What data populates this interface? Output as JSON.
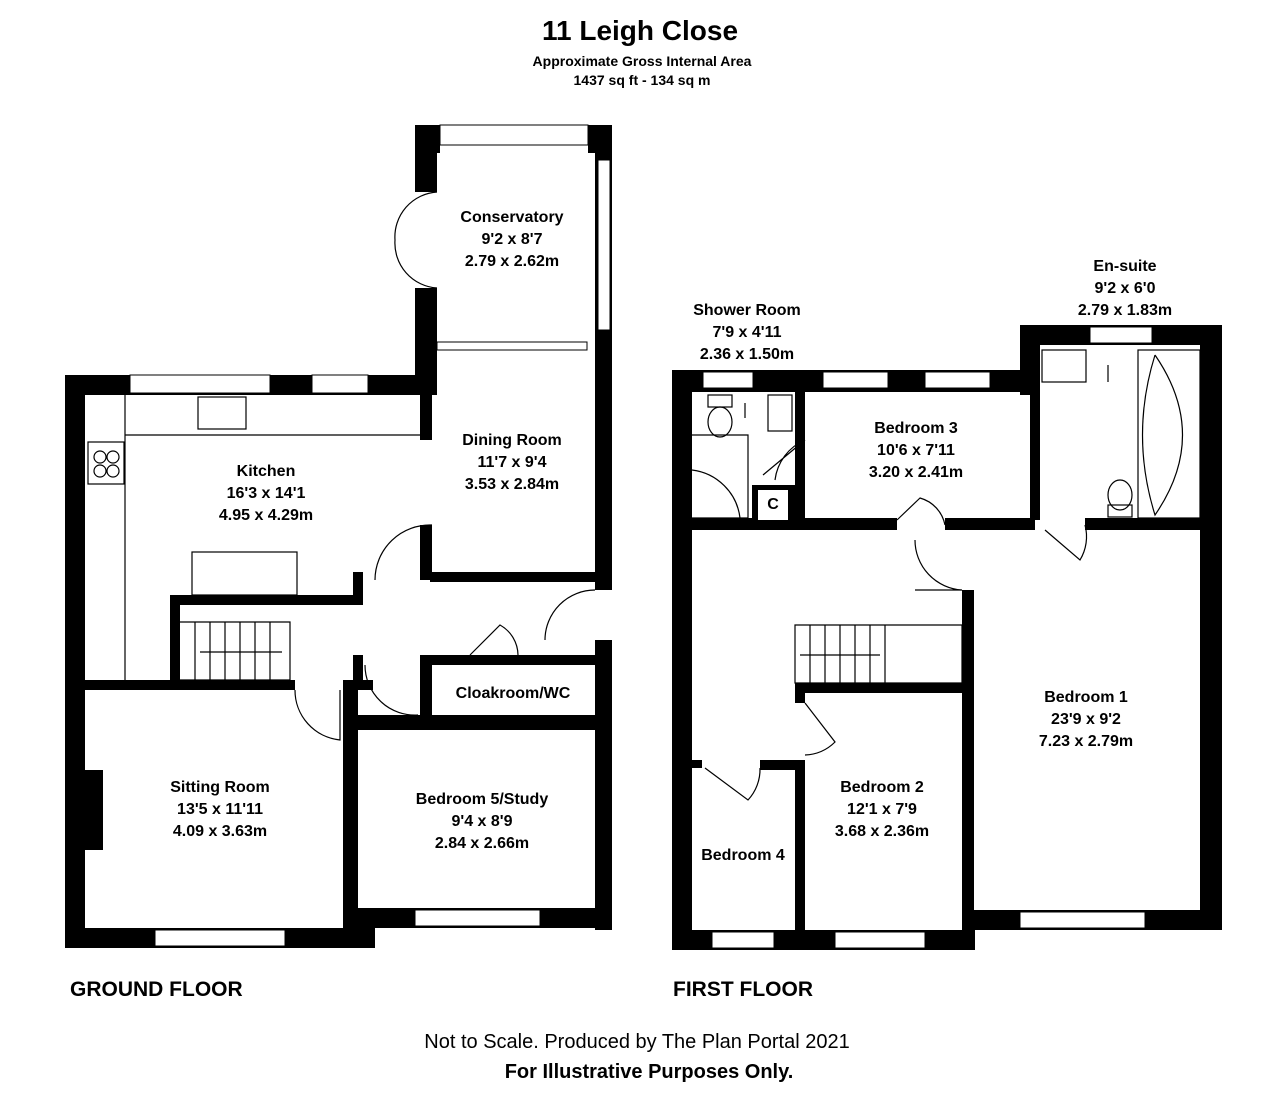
{
  "header": {
    "title": "11 Leigh Close",
    "subtitle": "Approximate Gross Internal Area",
    "area": "1437 sq ft - 134 sq m"
  },
  "ground_floor": {
    "label": "GROUND FLOOR",
    "rooms": [
      {
        "name": "Conservatory",
        "imperial": "9'2 x 8'7",
        "metric": "2.79 x 2.62m"
      },
      {
        "name": "Dining Room",
        "imperial": "11'7 x 9'4",
        "metric": "3.53 x 2.84m"
      },
      {
        "name": "Kitchen",
        "imperial": "16'3 x 14'1",
        "metric": "4.95 x 4.29m"
      },
      {
        "name": "Cloakroom/WC"
      },
      {
        "name": "Sitting Room",
        "imperial": "13'5 x 11'11",
        "metric": "4.09 x 3.63m"
      },
      {
        "name": "Bedroom 5/Study",
        "imperial": "9'4 x 8'9",
        "metric": "2.84 x 2.66m"
      }
    ]
  },
  "first_floor": {
    "label": "FIRST FLOOR",
    "rooms": [
      {
        "name": "Shower Room",
        "imperial": "7'9 x 4'11",
        "metric": "2.36 x 1.50m"
      },
      {
        "name": "En-suite",
        "imperial": "9'2 x 6'0",
        "metric": "2.79 x 1.83m"
      },
      {
        "name": "Bedroom 3",
        "imperial": "10'6 x 7'11",
        "metric": "3.20 x 2.41m"
      },
      {
        "name": "Bedroom 1",
        "imperial": "23'9 x 9'2",
        "metric": "7.23 x 2.79m"
      },
      {
        "name": "Bedroom 2",
        "imperial": "12'1 x 7'9",
        "metric": "3.68 x 2.36m"
      },
      {
        "name": "Bedroom 4"
      }
    ],
    "cupboard_label": "C"
  },
  "footer": {
    "line1": "Not to Scale. Produced by The Plan Portal 2021",
    "line2": "For Illustrative Purposes Only."
  }
}
